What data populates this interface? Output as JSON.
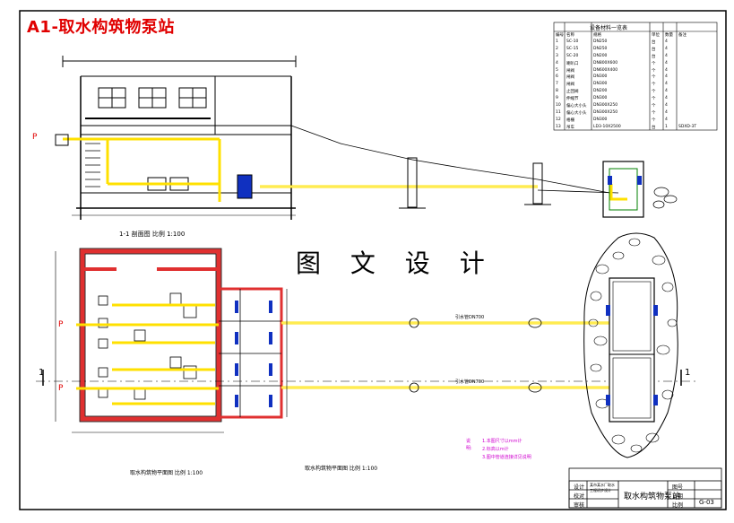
{
  "title": "A1-取水构筑物泵站",
  "watermark": "图 文 设 计",
  "section_label": "1-1 剖面图 比例 1:100",
  "plan_labels": {
    "plan_1": "取水构筑物平面图 比例 1:100",
    "plan_2": "取水构筑物平面图 比例 1:100"
  },
  "pipe_labels": {
    "upper": "引水管DN700",
    "lower": "引水管DN700"
  },
  "section_markers": {
    "left": "1",
    "right": "1"
  },
  "p_marker": "P",
  "materials_table": {
    "title": "设备材料一览表",
    "headers": [
      "编号",
      "名称",
      "规格",
      "单位",
      "数量",
      "备注"
    ],
    "rows": [
      [
        "1",
        "SC-10",
        "DN250",
        "台",
        "4",
        ""
      ],
      [
        "2",
        "SC-15",
        "DN250",
        "台",
        "4",
        ""
      ],
      [
        "3",
        "SC-20",
        "DN200",
        "台",
        "4",
        ""
      ],
      [
        "4",
        "喇叭口",
        "DN800X600",
        "个",
        "4",
        ""
      ],
      [
        "5",
        "闸阀",
        "DN600X400",
        "个",
        "4",
        ""
      ],
      [
        "6",
        "闸阀",
        "DN300",
        "个",
        "4",
        ""
      ],
      [
        "7",
        "闸阀",
        "DN300",
        "个",
        "4",
        ""
      ],
      [
        "8",
        "止回阀",
        "DN200",
        "个",
        "4",
        ""
      ],
      [
        "9",
        "伸缩节",
        "DN300",
        "个",
        "4",
        ""
      ],
      [
        "10",
        "偏心大小头",
        "DN300X250",
        "个",
        "4",
        ""
      ],
      [
        "11",
        "偏心大小头",
        "DN300X250",
        "个",
        "4",
        ""
      ],
      [
        "12",
        "格栅",
        "DN300",
        "个",
        "4",
        ""
      ],
      [
        "13",
        "吊车",
        "LD3-10X2500",
        "台",
        "1",
        "SDXD-3T"
      ]
    ]
  },
  "notes": {
    "heading": "说明:",
    "items": [
      "1.本图尺寸以mm计",
      "2.标高以m计",
      "3.图中管道连接详见说明"
    ]
  },
  "title_block": {
    "drawing_name": "取水构筑物泵站",
    "left_rows": [
      "设计",
      "校对",
      "审核"
    ],
    "project": "某市某水厂取水工程初步设计",
    "col_labels": [
      "图号",
      "日期",
      "比例"
    ],
    "sheet_no": "G-03"
  },
  "colors": {
    "pipe": "#ffe000",
    "pipe_glow": "#fff7a0",
    "wall_red": "#e03030",
    "title_red": "#e00000",
    "notes_magenta": "#d000d0",
    "blue": "#1030c0"
  }
}
